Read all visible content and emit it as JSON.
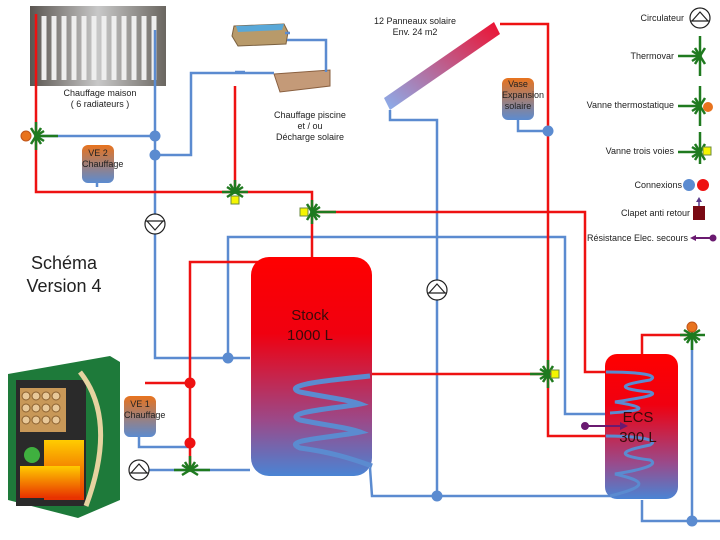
{
  "title": {
    "line1": "Schéma",
    "line2": "Version 4"
  },
  "components": {
    "radiators": {
      "line1": "Chauffage maison",
      "line2": "( 6 radiateurs )"
    },
    "pool": {
      "line1": "Chauffage piscine",
      "line2": "et / ou",
      "line3": "Décharge solaire"
    },
    "solar": {
      "line1": "12 Panneaux solaire",
      "line2": "Env. 24 m2"
    },
    "ve2": {
      "line1": "VE 2",
      "line2": "Chauffage"
    },
    "ve1": {
      "line1": "VE 1",
      "line2": "Chauffage"
    },
    "solar_vessel": {
      "line1": "Vase",
      "line2": "Expansion",
      "line3": "solaire"
    },
    "stock_tank": {
      "line1": "Stock",
      "line2": "1000 L"
    },
    "ecs_tank": {
      "line1": "ECS",
      "line2": "300 L"
    }
  },
  "legend": [
    {
      "label": "Circulateur",
      "symbol": "circulator-icon"
    },
    {
      "label": "Thermovar",
      "symbol": "thermovar-icon"
    },
    {
      "label": "Vanne thermostatique",
      "symbol": "thermostatic-valve-icon"
    },
    {
      "label": "Vanne trois voies",
      "symbol": "three-way-valve-icon"
    },
    {
      "label": "Connexions",
      "symbol": "connection-dots-icon"
    },
    {
      "label": "Clapet anti retour",
      "symbol": "check-valve-icon"
    },
    {
      "label": "Résistance Elec. secours",
      "symbol": "electric-heater-icon"
    }
  ],
  "colors": {
    "hot": "#ee1111",
    "cold": "#5b8bd0",
    "valve": "#1f7a1f",
    "connector_orange": "#e8731e",
    "three_way": "#f5f500",
    "check_valve": "#7a0a14",
    "heater": "#6a1a70"
  }
}
